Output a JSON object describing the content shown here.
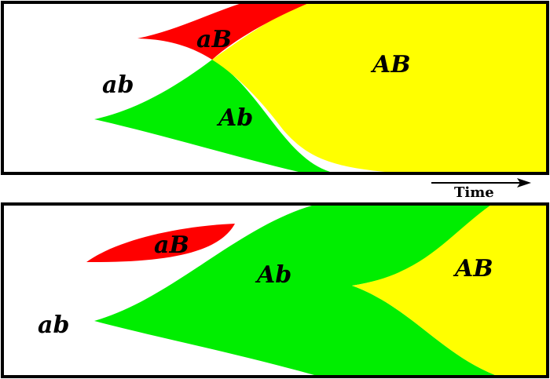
{
  "colors": {
    "ab": "#ffffff",
    "aB": "#ff0000",
    "Ab": "#00ee00",
    "AB": "#ffff00",
    "border": "#000000"
  },
  "time_label": "Time",
  "top_panel": {
    "labels": {
      "ab": "ab",
      "aB": "aB",
      "Ab": "Ab",
      "AB": "AB"
    }
  },
  "bottom_panel": {
    "labels": {
      "ab": "ab",
      "aB": "aB",
      "Ab": "Ab",
      "AB": "AB"
    }
  }
}
